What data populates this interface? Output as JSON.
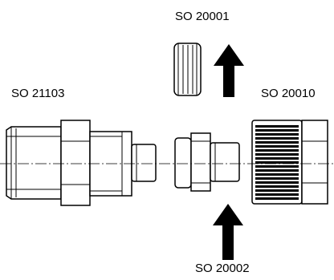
{
  "diagram": {
    "labels": {
      "seal_ring": "SO 20001",
      "male_adapter": "SO 21103",
      "union_nut": "SO 20010",
      "insert": "SO 20002"
    },
    "colors": {
      "line": "#000000",
      "background": "#ffffff",
      "arrow": "#000000"
    },
    "arrows": [
      {
        "name": "arrow-up-to-seal-ring-icon",
        "direction": "up"
      },
      {
        "name": "arrow-up-from-insert-icon",
        "direction": "up"
      }
    ]
  }
}
